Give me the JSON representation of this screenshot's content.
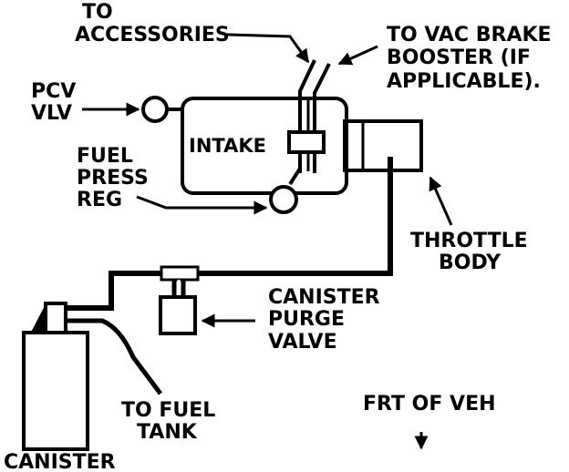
{
  "diagram": {
    "labels": {
      "accessories_l1": "TO",
      "accessories_l2": "ACCESSORIES",
      "brake_l1": "TO VAC BRAKE",
      "brake_l2": "BOOSTER (IF",
      "brake_l3": "APPLICABLE).",
      "pcv_l1": "PCV",
      "pcv_l2": "VLV",
      "intake": "INTAKE",
      "fuel_l1": "FUEL",
      "fuel_l2": "PRESS",
      "fuel_l3": "REG",
      "throttle_l1": "THROTTLE",
      "throttle_l2": "BODY",
      "purge_l1": "CANISTER",
      "purge_l2": "PURGE",
      "purge_l3": "VALVE",
      "fueltank_l1": "TO FUEL",
      "fueltank_l2": "TANK",
      "frt": "FRT OF VEH",
      "canister": "CANISTER"
    },
    "colors": {
      "ink": "#000000",
      "paper": "#ffffff"
    }
  }
}
